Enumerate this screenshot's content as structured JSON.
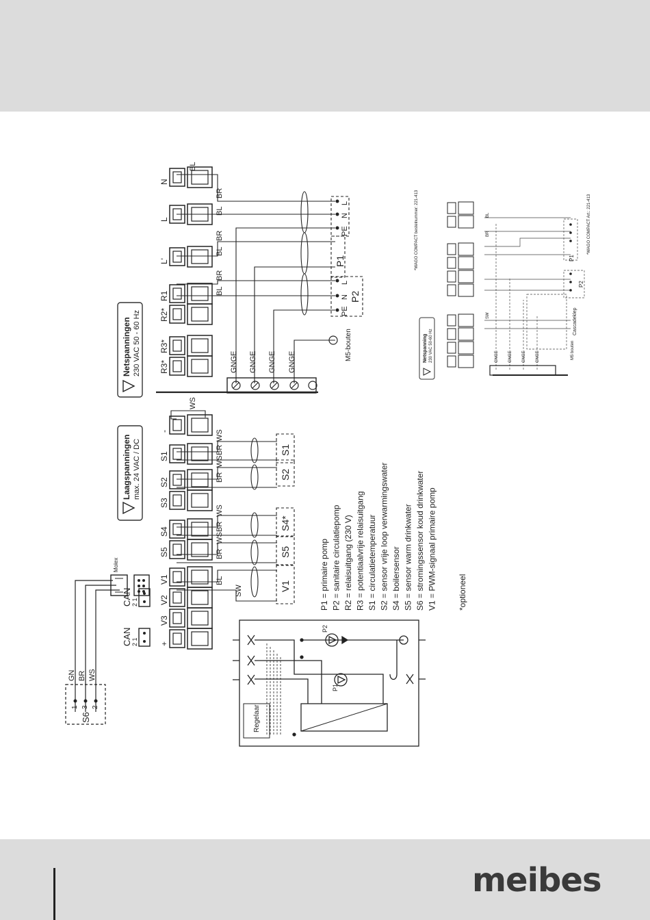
{
  "brand": "meibes",
  "warnings": {
    "low": {
      "title": "Laagspanningen",
      "sub": "max. 24 VAC / DC"
    },
    "mains": {
      "title": "Netspanningen",
      "sub": "230 VAC 50 - 60 Hz"
    }
  },
  "terminals": [
    "+",
    "V3",
    "V2",
    "V1",
    "S5",
    "S4",
    "S3",
    "S2",
    "S1",
    "-",
    "R3*",
    "R3*",
    "R2*",
    "R1",
    "L'",
    "L",
    "N"
  ],
  "can": {
    "label1": "CAN",
    "label2": "CAN",
    "pins1": "2 1",
    "pins2": "2 1"
  },
  "molex": "Molex",
  "s6": {
    "name": "S6",
    "pins": [
      "1",
      "3",
      "2"
    ],
    "wires": [
      "GN",
      "BR",
      "WS"
    ]
  },
  "wires": {
    "bl": "BL",
    "br": "BR",
    "ws": "WS",
    "sw": "SW",
    "gnge": "GNGE"
  },
  "devices": {
    "s1": "S1",
    "s2": "S2",
    "s4": "S4*",
    "s5": "S5",
    "v1": "V1",
    "p1": "P1",
    "p2": "P2"
  },
  "plug_pins": {
    "pe": "PE",
    "n": "N",
    "l": "L"
  },
  "m5": "M5-bouten",
  "legend": [
    "P1 = primaire pomp",
    "P2 = sanitaire circulatiepomp",
    "R2 = relaisuitgang (230 V)",
    "R3 = potentiaalvrije relaisuitgang",
    "S1 = circulatietemperatuur",
    "S2 = sensor vrije loop verwarmingswater",
    "S4 = boilersensor",
    "S5 = sensor warm drinkwater",
    "S6 = stromingssensor koud drinkwater",
    "V1 = PWM-signaal primaire pomp"
  ],
  "optional_note": "*optioneel",
  "hydraulic": {
    "controller": "Regelaar",
    "p1": "P1",
    "p2": "P2"
  },
  "cascade": {
    "mains_title": "Netspanning",
    "mains_sub": "230 VAC 50-60 Hz",
    "wago1": "*WAGO COMPACT bestelnummer: 221-413",
    "wago2": "*WAGO COMPACT Art.: 221-413",
    "cascade_valve": "Cascadeklep",
    "m5": "M5 bouten"
  }
}
